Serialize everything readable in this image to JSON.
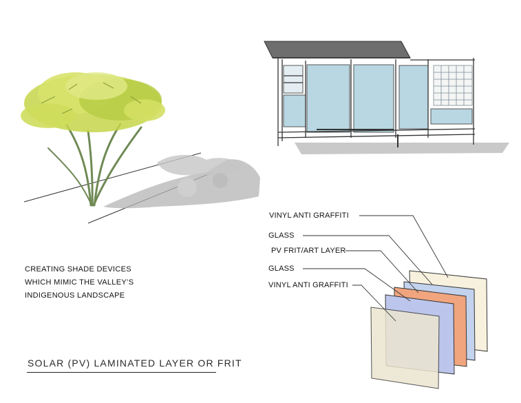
{
  "caption": {
    "line1": "CREATING SHADE DEVICES",
    "line2": "WHICH MIMIC THE VALLEY’S",
    "line3": "INDIGENOUS LANDSCAPE"
  },
  "title": "SOLAR (PV) LAMINATED LAYER OR FRIT",
  "layers": [
    {
      "label": "VINYL ANTI GRAFFITI",
      "color": "#f7f1de"
    },
    {
      "label": "GLASS",
      "color": "#c3d3ee"
    },
    {
      "label": "PV FRIT/ART LAYER",
      "color": "#f0a57e"
    },
    {
      "label": "GLASS",
      "color": "#bcc6ec"
    },
    {
      "label": "VINYL ANTI GRAFFITI",
      "color": "#ece5cf"
    }
  ],
  "colors": {
    "foliage": "#c6d64a",
    "foliage_dark": "#8fa23a",
    "trunk": "#6f8a55",
    "panel_glass": "#b8d7e2",
    "roof": "#6e6e6e",
    "shadow": "#a9a9a9"
  }
}
